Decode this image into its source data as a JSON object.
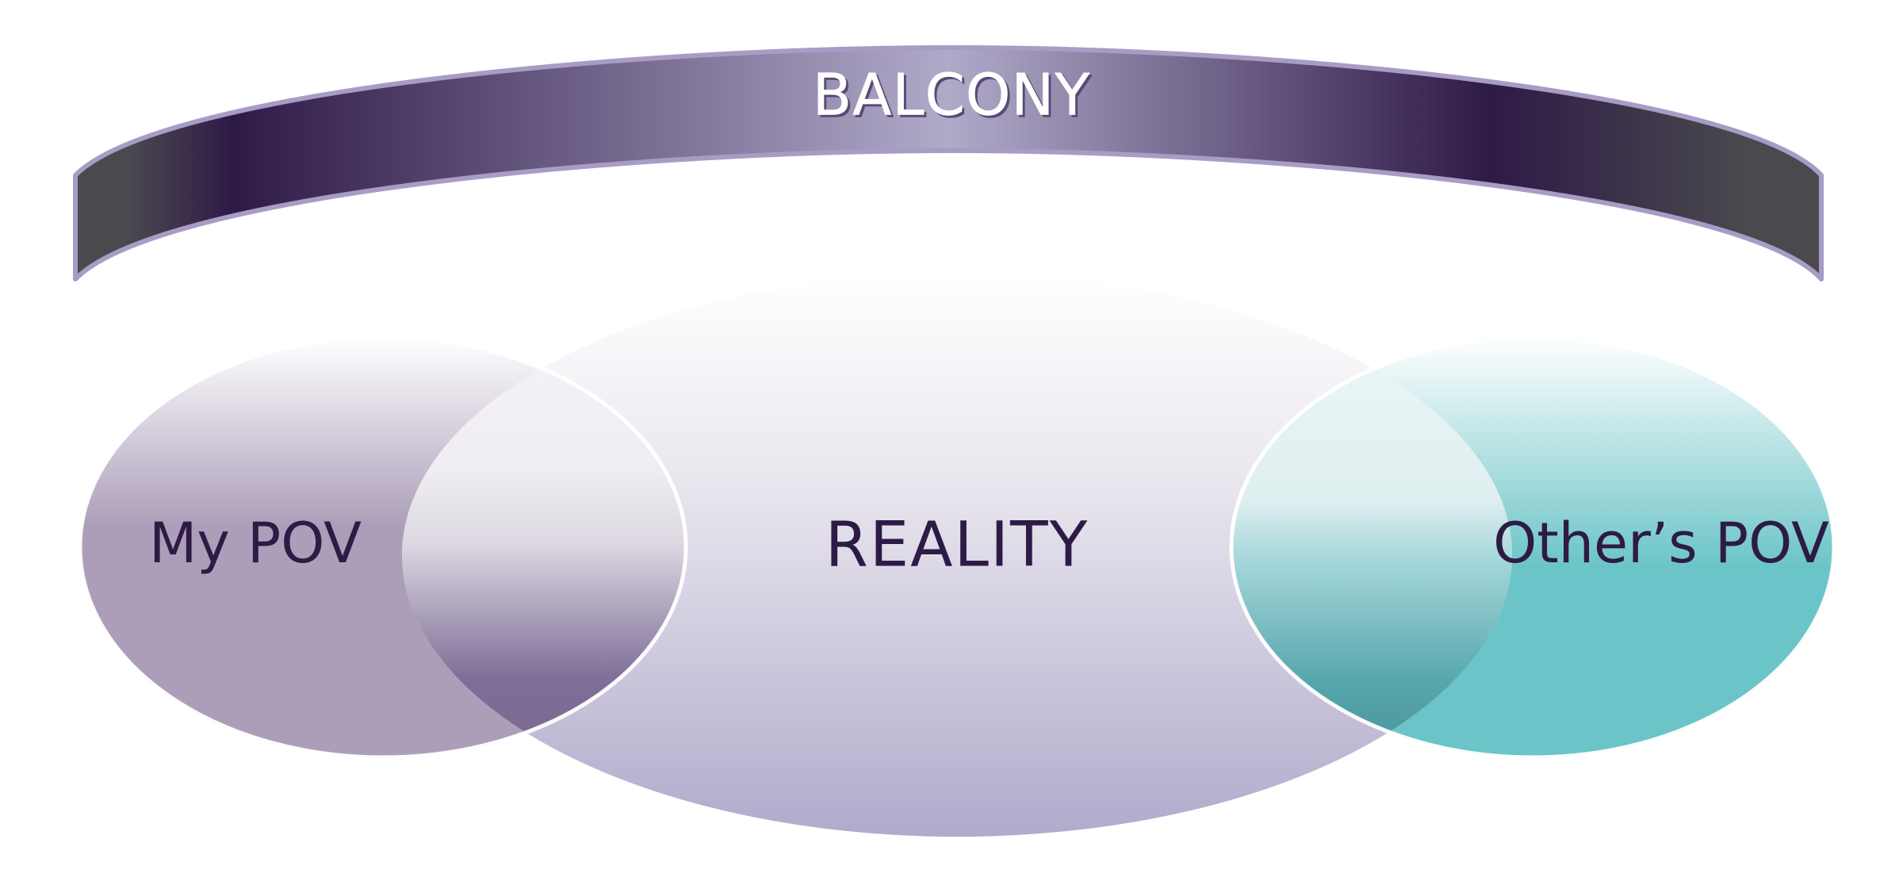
{
  "diagram": {
    "balcony": {
      "label": "BALCONY"
    },
    "my_pov": {
      "label": "My POV"
    },
    "reality": {
      "label": "REALITY"
    },
    "others_pov": {
      "label": "Other’s POV"
    }
  },
  "colors": {
    "text_dark": "#2d1b45",
    "balcony_text": "#ffffff",
    "balcony_text_shadow": "#5a4a76",
    "balcony_edge": "#4a4a4e",
    "balcony_deep": "#2e1a47",
    "balcony_light": "#b0aac9",
    "balcony_outline": "#a89cc7",
    "my_pov_fill": "#ac9eb9",
    "my_pov_overlap": "#7a6a94",
    "reality_top": "#ffffff",
    "reality_bottom": "#b1aacc",
    "others_pov_fill": "#6bc4c7",
    "others_pov_overlap": "#3d7e86",
    "ellipse_stroke": "#ffffff"
  }
}
